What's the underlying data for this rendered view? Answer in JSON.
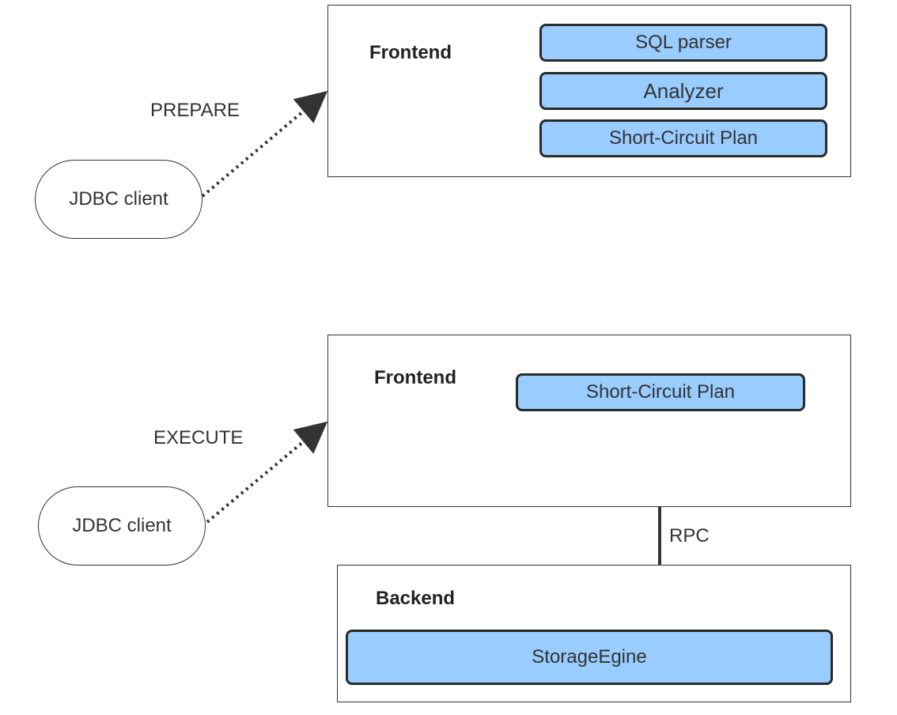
{
  "prepare_section": {
    "client_label": "JDBC client",
    "step_label": "PREPARE",
    "frontend": {
      "title": "Frontend",
      "components": [
        "SQL parser",
        "Analyzer",
        "Short-Circuit Plan"
      ]
    }
  },
  "execute_section": {
    "client_label": "JDBC client",
    "step_label": "EXECUTE",
    "frontend": {
      "title": "Frontend",
      "components": [
        "Short-Circuit Plan"
      ]
    },
    "rpc_label": "RPC",
    "backend": {
      "title": "Backend",
      "components": [
        "StorageEgine"
      ]
    }
  },
  "colors": {
    "component_fill": "#99ccff",
    "component_border": "#2a2a2a",
    "frame_border": "#333333",
    "arrow": "#333333"
  }
}
